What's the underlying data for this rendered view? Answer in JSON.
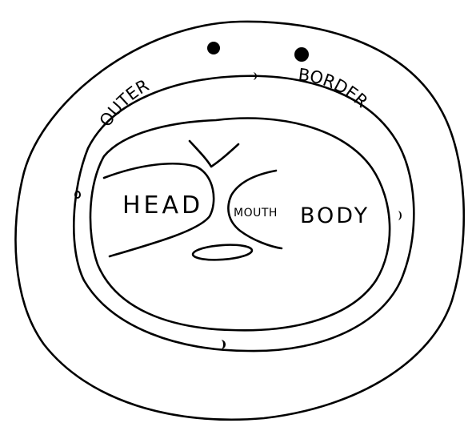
{
  "labels": {
    "head": "HEAD",
    "mouth": "MOUTH",
    "body": "BODY",
    "outer": "OUTER",
    "border": "BORDER"
  },
  "colors": {
    "ink": "#000000",
    "paper": "#ffffff"
  }
}
